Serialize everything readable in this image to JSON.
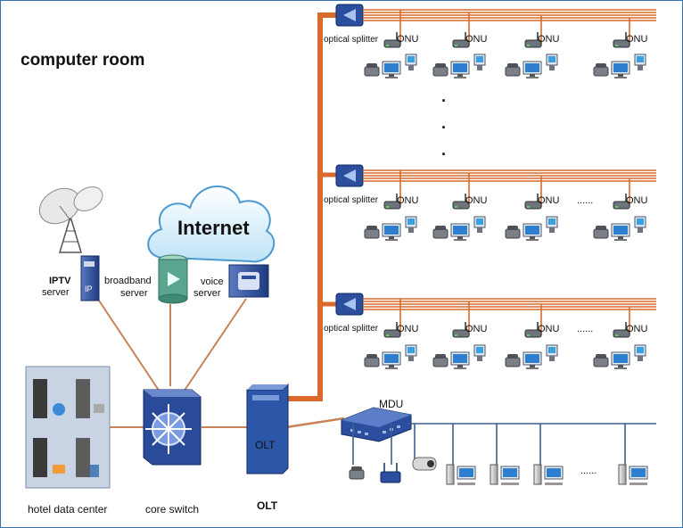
{
  "title": "computer room",
  "cloud_label": "Internet",
  "servers": {
    "iptv": [
      "IPTV",
      "server"
    ],
    "broadband": [
      "broadband",
      "server"
    ],
    "voice": [
      "voice",
      "server"
    ]
  },
  "bottom_labels": {
    "data_center": "hotel data center",
    "core_switch": "core switch",
    "olt": "OLT"
  },
  "olt_box_label": "OLT",
  "splitter_label": "optical  splitter",
  "onu_label": "ONU",
  "mdu_label": "MDU",
  "ellipsis": "......",
  "vertical_dots": "·",
  "colors": {
    "fiber": "#d96a2b",
    "copper": "#c8825a",
    "ethernet": "#3d5f8f",
    "device_blue": "#2b4f9e",
    "frame": "#3a6fb0"
  },
  "icons": [
    "satellite-dish-icon",
    "cloud-icon",
    "server-icon",
    "switch-icon",
    "olt-icon",
    "splitter-icon",
    "onu-icon",
    "phone-icon",
    "monitor-icon",
    "tower-pc-icon",
    "camera-icon",
    "router-icon"
  ]
}
